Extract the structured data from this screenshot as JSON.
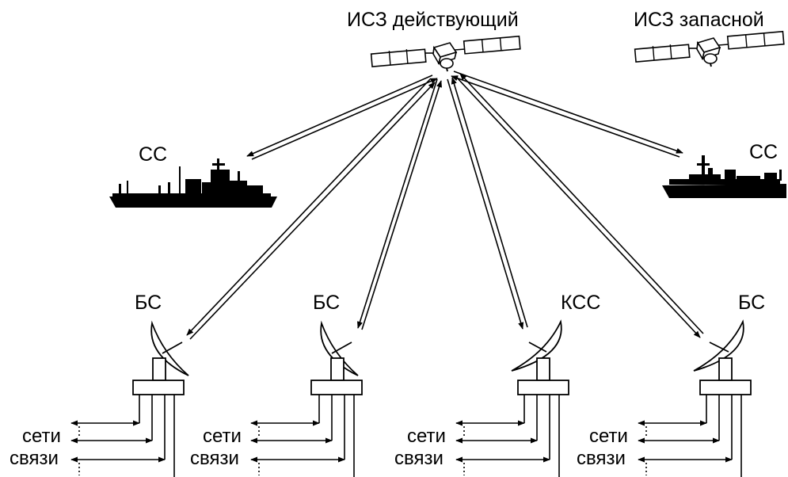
{
  "satellites": {
    "active_label": "ИСЗ действующий",
    "spare_label": "ИСЗ запасной"
  },
  "ships": {
    "left_label": "СС",
    "right_label": "СС"
  },
  "stations": {
    "bs1_label": "БС",
    "bs2_label": "БС",
    "kss_label": "КСС",
    "bs4_label": "БС"
  },
  "networks": {
    "label_line1": "сети",
    "label_line2": "связи"
  }
}
